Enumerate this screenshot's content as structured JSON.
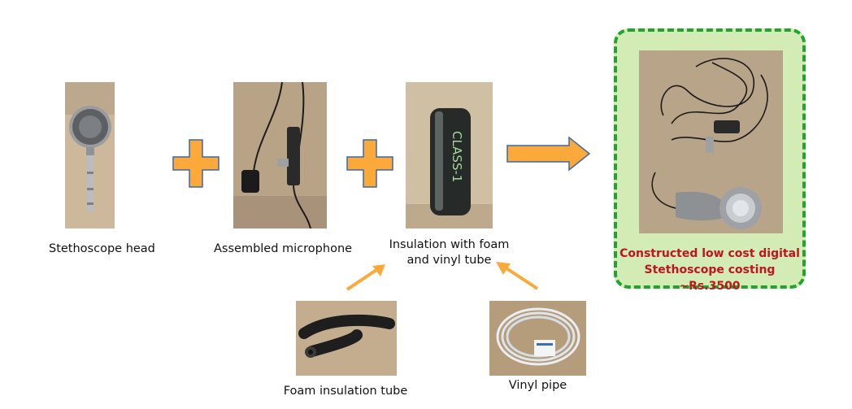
{
  "items": {
    "stethoscope_head": "Stethoscope head",
    "assembled_microphone": "Assembled microphone",
    "insulation_line1": "Insulation with foam",
    "insulation_line2": "and vinyl tube",
    "foam_tube": "Foam insulation tube",
    "vinyl_pipe": "Vinyl pipe"
  },
  "result": {
    "line1": "Constructed low cost digital",
    "line2": "Stethoscope costing ~Rs.3500"
  },
  "photo_text": {
    "tube_label": "CLASS-1"
  },
  "colors": {
    "plus_orange": "#fba93a",
    "arrow_orange": "#fba93a",
    "box_fill": "#d3ebb4",
    "box_border": "#1fa52e",
    "result_text": "#c0141e"
  }
}
